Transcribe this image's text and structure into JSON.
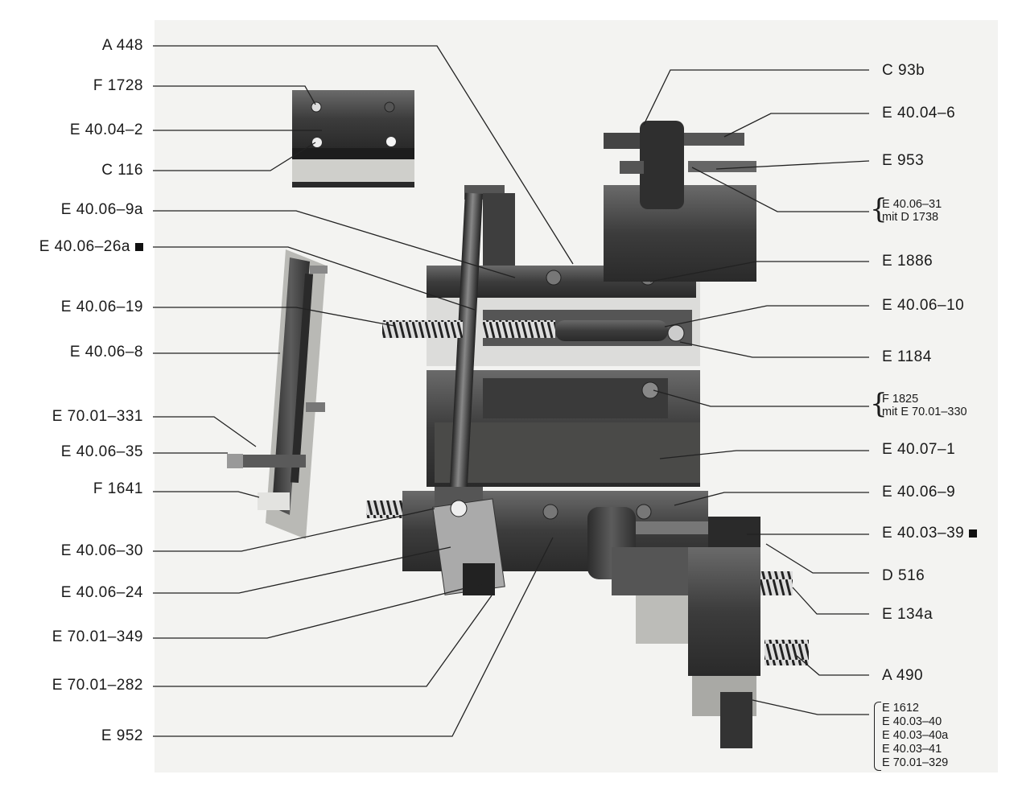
{
  "left_labels": [
    {
      "id": "A448",
      "text": "A 448"
    },
    {
      "id": "F1728",
      "text": "F 1728"
    },
    {
      "id": "E40042",
      "text": "E 40.04–2"
    },
    {
      "id": "C116",
      "text": "C 116"
    },
    {
      "id": "E40069a",
      "text": "E 40.06–9a"
    },
    {
      "id": "E400626a",
      "text": "E 40.06–26a"
    },
    {
      "id": "E400619",
      "text": "E 40.06–19"
    },
    {
      "id": "E40068",
      "text": "E 40.06–8"
    },
    {
      "id": "E7001331",
      "text": "E 70.01–331"
    },
    {
      "id": "E400635",
      "text": "E 40.06–35"
    },
    {
      "id": "F1641",
      "text": "F 1641"
    },
    {
      "id": "E400630",
      "text": "E 40.06–30"
    },
    {
      "id": "E400624",
      "text": "E 40.06–24"
    },
    {
      "id": "E7001349",
      "text": "E 70.01–349"
    },
    {
      "id": "E7001282",
      "text": "E 70.01–282"
    },
    {
      "id": "E952",
      "text": "E 952"
    }
  ],
  "right_labels": [
    {
      "id": "C93b",
      "text": "C 93b"
    },
    {
      "id": "E40046",
      "text": "E 40.04–6"
    },
    {
      "id": "E953",
      "text": "E 953"
    },
    {
      "id": "E1886",
      "text": "E 1886"
    },
    {
      "id": "E400610",
      "text": "E 40.06–10"
    },
    {
      "id": "E1184",
      "text": "E 1184"
    },
    {
      "id": "E40071",
      "text": "E 40.07–1"
    },
    {
      "id": "E40069",
      "text": "E 40.06–9"
    },
    {
      "id": "E400339",
      "text": "E 40.03–39"
    },
    {
      "id": "D516",
      "text": "D 516"
    },
    {
      "id": "E134a",
      "text": "E 134a"
    },
    {
      "id": "A490",
      "text": "A 490"
    }
  ],
  "groups": {
    "g1": [
      "E 40.06–31",
      "mit D 1738"
    ],
    "g2": [
      "F 1825",
      "mit E 70.01–330"
    ],
    "g3": [
      "E 1612",
      "E 40.03–40",
      "E 40.03–40a",
      "E 40.03–41",
      "E 70.01–329"
    ]
  }
}
